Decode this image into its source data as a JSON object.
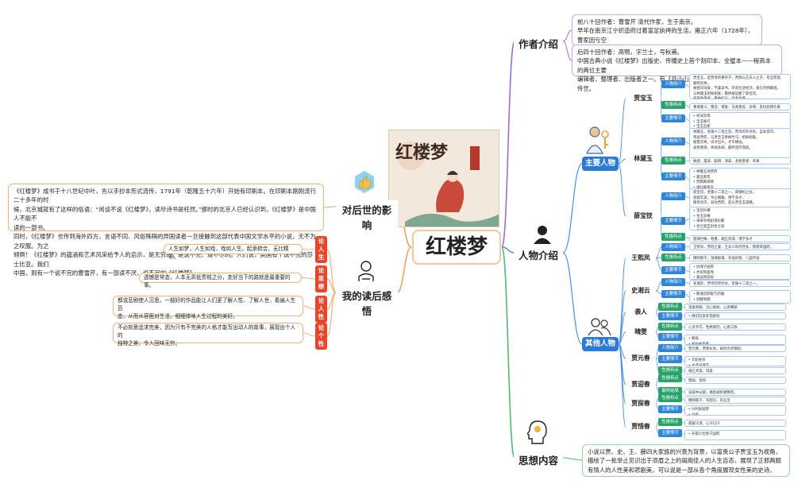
{
  "central": {
    "title": "红楼梦",
    "cover_title": "红楼梦"
  },
  "branches": {
    "author": "作者介绍",
    "characters": "人物介绍",
    "ideas": "思想内容",
    "influence": "对后世的影响",
    "reflection": "我的读后感悟"
  },
  "author": {
    "first80": "前八十回作者：曹雪芹 清代作家，生于南京。\n早年在南京江宁织造府过着富足纨袴的生活，雍正六年（1728年），曹家因亏空\n获罪被抄家，随家人迁回北京，后移居北京西郊，靠卖字画和朋友救济为生。",
    "last40": "后四十回作者：高鹗，字兰士，号秋甫。\n中国古典小说《红楼梦》出版史、传播史上首个刻印本、全璧本——程高本的两位主要\n编辑者、整理者、出版者之一。有《月小山房遗稿》《砚香词·簏存草》等作品传世。"
  },
  "influence": {
    "text": "《红楼梦》成书于十八世纪中叶，先以手抄本形式流传，1791年（乾隆五十六年）开始有印刷本。在印刷本刚刚流行二十多年的时\n候，北京城就有了这样的俗语：“闲谈不说《红楼梦》，读尽诗书是枉然。”那时的北京人已经认识到，《红楼梦》是中国人不能不\n读的一部书。\n同时，《红楼梦》也传到海外四方，言语不同、风俗殊隔的异国读者一旦接触到这部代表中国文学水平的小说，无不为之叹服。为之\n倾倒！《红楼梦》的蕴涵和艺术风采给予人的启示，是无穷的，是说不完、道不尽的。人们说，英国有个说不完的莎士比亚。我们\n中国，则有一个说不完的曹雪芹，有一部读不厌、说不尽的《红楼梦》。"
  },
  "reflections": [
    {
      "tag": "论人生",
      "text": "人生如梦，人生如戏，戏如人生。起承转合，无比精彩。"
    },
    {
      "tag": "论思想",
      "text": "透憾是常态，人本无高低贵贱之分，走好当下的路就是最重要的事。"
    },
    {
      "tag": "论人性",
      "text": "都说悲剧使人沉思。一部好的作品能让人们更了解人性、了解人世，看遍人生百\n态，从而从容面对生活，细细体味人生过程的美好。"
    },
    {
      "tag": "论个性",
      "text": "不必刻意追求完美，因为只有不完美的人格才能写出动人的故事，展现出个人的\n独特之美，令人回味无穷。"
    }
  ],
  "main_chars": {
    "category": "主要人物",
    "people": [
      {
        "name": "贾宝玉",
        "attrs": [
          {
            "label": "人物简介",
            "text": "贾宝玉，是贾母的重孙子，贾政与王夫人之子。衔玉而诞，聪明灵秀。\n被祖母溺爱，不喜读书，厌恶仕途经济，爱在内帏厮混。\n与林黛玉相知相爱，最终被迫娶了薛宝钗。\n家族败落后，看破红尘，出家为僧。"
          },
          {
            "label": "性格特点",
            "text": "重情重义、叛逆、博爱、天真善良、多情、反抗封建礼教"
          },
          {
            "label": "主要情节",
            "text": "• 初试云雨\n• 宝玉挨打\n• 宝玉出家"
          }
        ]
      },
      {
        "name": "林黛玉",
        "attrs": [
          {
            "label": "人物简介",
            "text": "林黛玉，金陵十二钗之首，贾母的外孙女。自幼丧母，\n寄居贾府，与贾宝玉青梅竹马，相知相爱。\n聪慧灵秀，诗才出众，才华横溢。\n多愁善感，体弱多病，最终泪尽而逝。"
          },
          {
            "label": "性格特点",
            "text": "敏感、孤高、聪明、清高、多愁善感、率真"
          },
          {
            "label": "主要情节",
            "text": "• 林黛玉进贾府\n• 黛玉葬花\n• 焚稿断痴情\n• 魂归离恨天\n• 诗社夺魁"
          }
        ]
      },
      {
        "name": "薛宝钗",
        "attrs": [
          {
            "label": "人物简介",
            "text": "薛宝钗，金陵十二钗之一，薛姨妈之女。\n容貌丰美，举止娴雅，博学多才。\n随母进京，居住贾府，后与贾宝玉成婚。"
          },
          {
            "label": "主要情节",
            "text": "• 宝钗扑蝶\n• 金玉良缘\n• 滴翠亭杨妃戏彩蝶\n• 金兰契互剖金兰语\n• 宝钗出阁\n• 独守空闺"
          },
          {
            "label": "性格特点",
            "text": "圆滑世故、稳重、端庄贤淑、博学多才"
          }
        ]
      }
    ]
  },
  "other_chars": {
    "category": "其他人物",
    "people": [
      {
        "name": "王熙凤",
        "attrs": [
          {
            "label": "人物简介",
            "text": "王熙凤，贾琏之妻，王夫人的内侄女，管理荣国府。"
          },
          {
            "label": "性格特点",
            "text": "精明能干、泼辣狠毒、争强好胜、八面玲珑"
          },
          {
            "label": "主要情节",
            "text": "• 协理宁国府\n• 弄权铁槛寺\n• 毒设相思局"
          }
        ]
      },
      {
        "name": "史湘云",
        "attrs": [
          {
            "label": "人物简介",
            "text": "史湘云，贾母的侄孙女，金陵十二钗之一。"
          },
          {
            "label": "主要情节",
            "text": "• 憨湘云醉眠芍药裀\n• 割腥啖膻"
          }
        ]
      },
      {
        "name": "袭人",
        "attrs": [
          {
            "label": "性格特点",
            "text": "温柔和顺、忠心耿耿、心思细腻"
          },
          {
            "label": "主要情节",
            "text": "• 情切切良宵花解语"
          }
        ]
      },
      {
        "name": "晴雯",
        "attrs": [
          {
            "label": "性格特点",
            "text": "心灵手巧、性格刚烈、心直口快"
          },
          {
            "label": "主要情节",
            "text": "• 撕扇\n• 病补雀金裘"
          }
        ]
      },
      {
        "name": "贾元春",
        "attrs": [
          {
            "label": "人物简介",
            "text": "贾元春，贾政长女，被封为贤德妃。"
          },
          {
            "label": "主要情节",
            "text": "• 元妃省亲\n• 才选凤藻宫"
          },
          {
            "label": "性格特点",
            "text": "端庄贤淑、温柔"
          }
        ]
      },
      {
        "name": "贾迎春",
        "attrs": [
          {
            "label": "性格特点",
            "text": "懦弱、温和"
          },
          {
            "label": "最终结局",
            "text": "误嫁中山狼，婚后被折磨致死。"
          }
        ]
      },
      {
        "name": "贾探春",
        "attrs": [
          {
            "label": "性格特点",
            "text": "精明能干、有胆识、有远见"
          },
          {
            "label": "主要情节",
            "text": "• 兴利除宿弊\n• 远嫁"
          }
        ]
      },
      {
        "name": "贾惜春",
        "attrs": [
          {
            "label": "性格特点",
            "text": "孤僻冷漠、心冷口冷"
          },
          {
            "label": "主要情节",
            "text": "• 矢孤介杜绝宁国府"
          }
        ]
      }
    ]
  },
  "ideas": {
    "text": "小说以贾、史、王、薛四大家族的兴衰为背景，以富贵公子贾宝玉为视角，\n描绘了一批举止见识出于须眉之上的闺阁佳人的人生百态，展现了正邪两赋\n有情人的人性美和悲剧美，可以说是一部从各个角度展现女性美的史诗。"
  },
  "colors": {
    "accent": "#2b7bd6",
    "red": "#e8462b",
    "line_purple": "#9b6fd1",
    "line_orange": "#f0a15e",
    "line_green": "#55b86b",
    "line_blue": "#4a90e2"
  }
}
